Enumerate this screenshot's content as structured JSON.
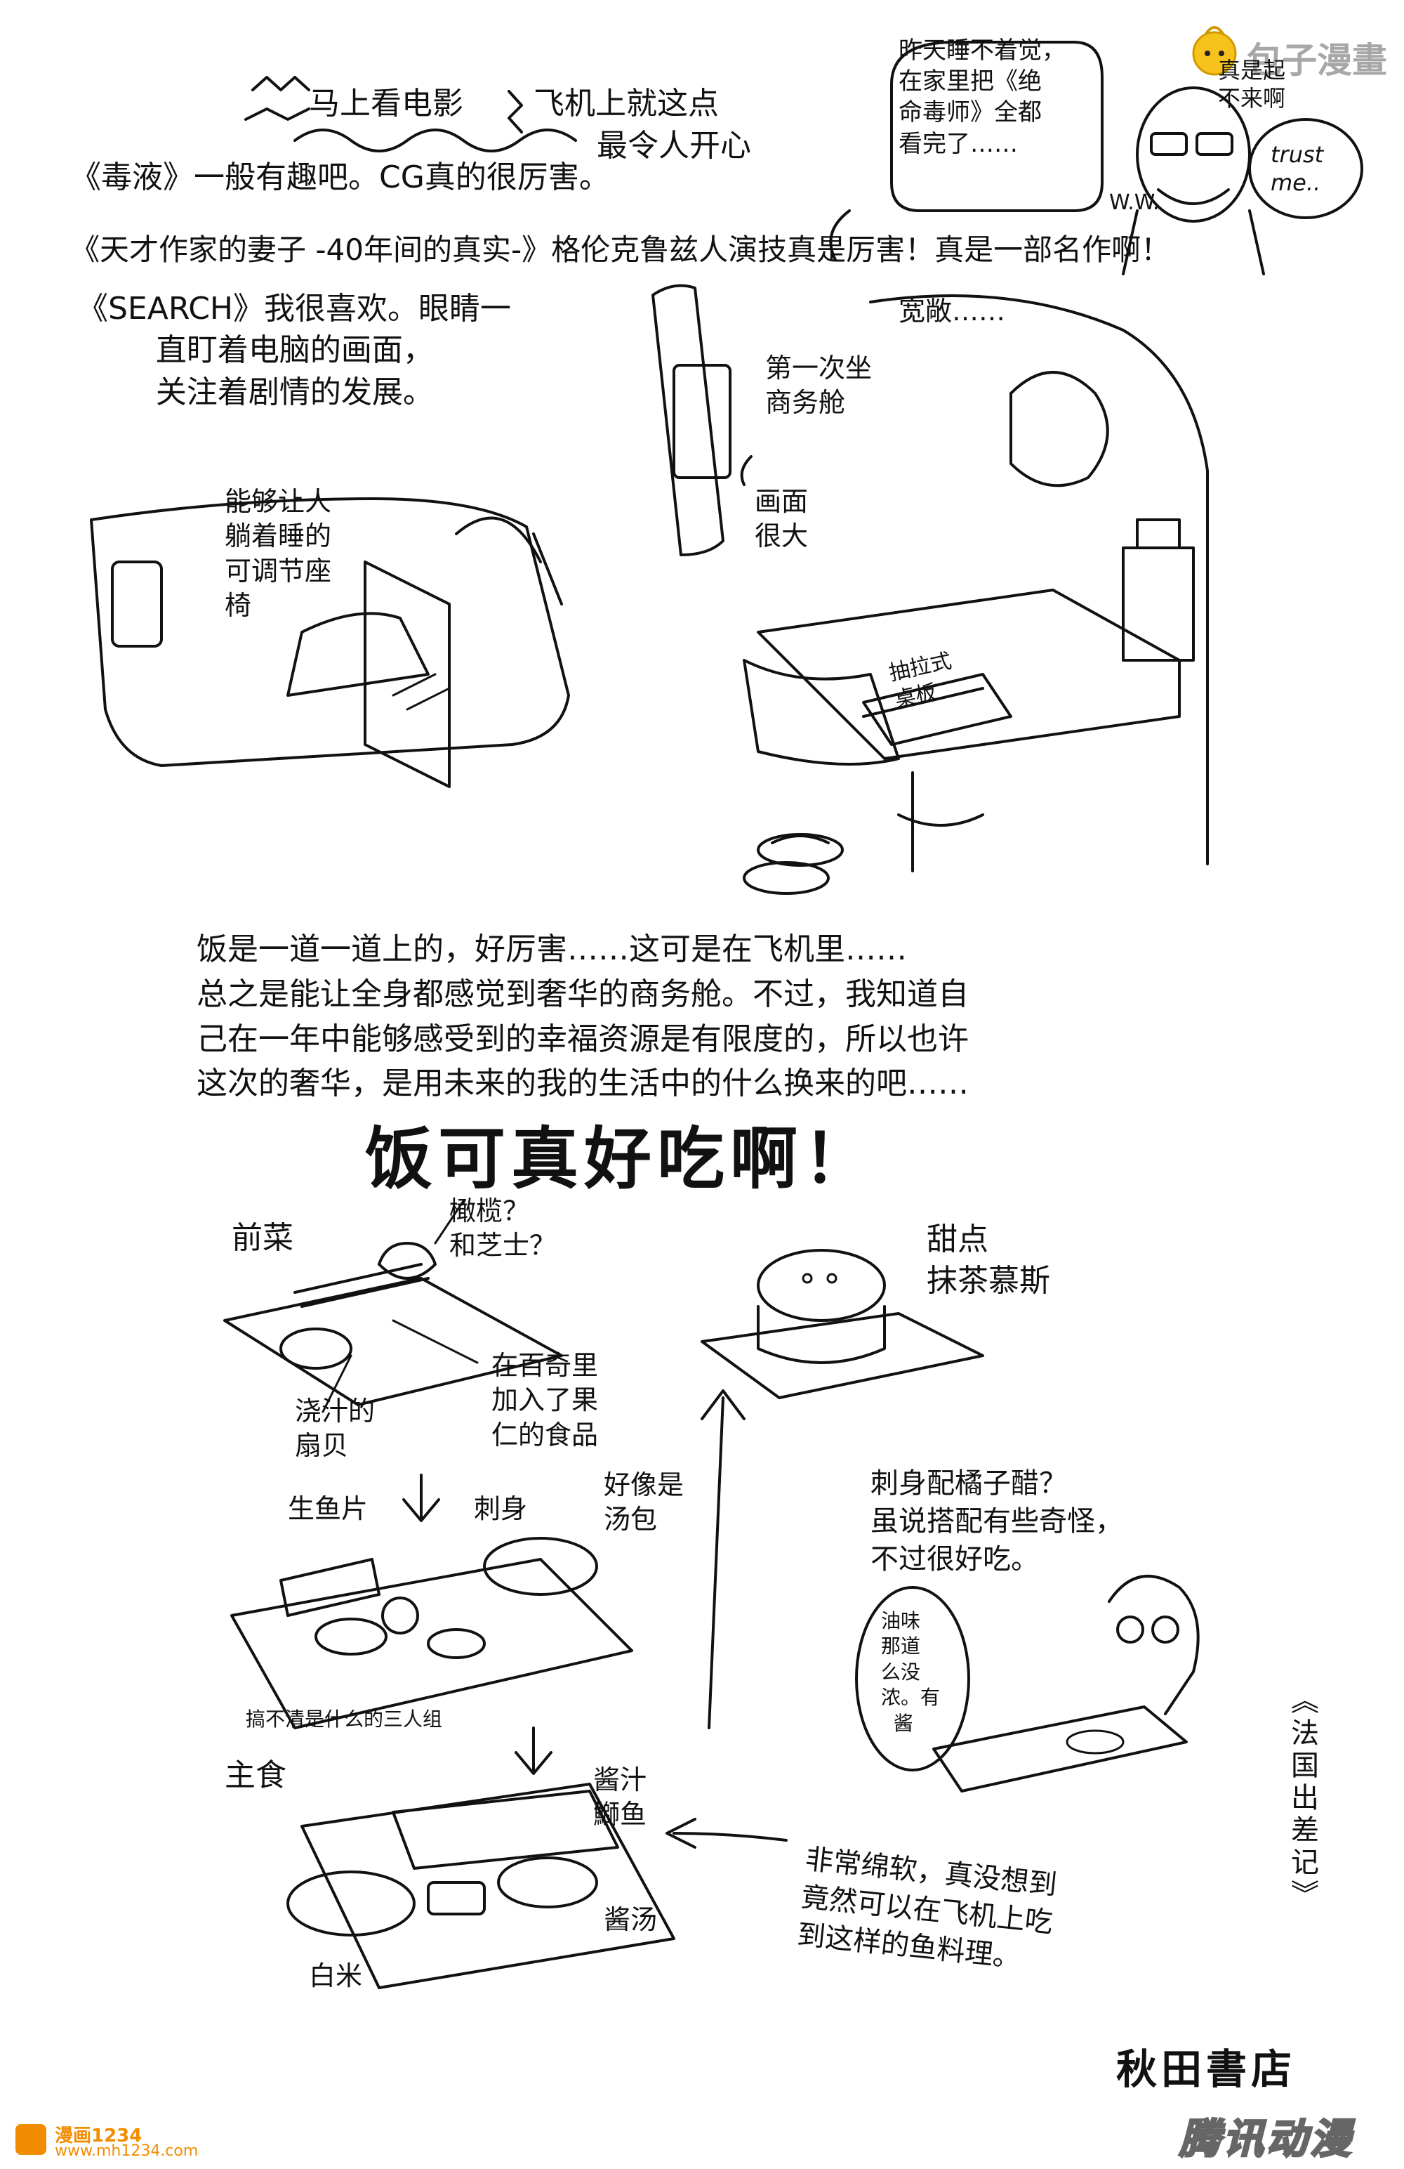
{
  "watermark_top": "包子漫畫",
  "watermark_bottom_left": {
    "brand": "漫画1234",
    "url": "www.mh1234.com"
  },
  "watermark_bottom_right": "腾讯动漫",
  "header": {
    "banner_left": "马上看电影",
    "banner_right_1": "飞机上就这点",
    "banner_right_2": "最令人开心"
  },
  "movies": {
    "venom": "《毒液》一般有趣吧。CG真的很厉害。",
    "wife": "《天才作家的妻子 -40年间的真实-》格伦克鲁兹人演技真是厉害！真是一部名作啊！",
    "search": "《SEARCH》我很喜欢。眼睛一\n        直盯着电脑的画面，\n        关注着剧情的发展。"
  },
  "top_right": {
    "bubble_text": "昨天睡不着觉，\n在家里把《绝\n命毒师》全都\n看完了……",
    "side_text": "真是起\n不来啊",
    "trust_bubble": "trust\nme..",
    "ww_label": "W.W."
  },
  "cabin": {
    "seat_note": "能够让人\n躺着睡的\n可调节座\n椅",
    "roomy": "宽敞……",
    "first_time": "第一次坐\n商务舱",
    "screen_big": "画面\n很大",
    "tray": "抽拉式\n桌板"
  },
  "paragraph": "饭是一道一道上的，好厉害……这可是在飞机里……\n总之是能让全身都感觉到奢华的商务舱。不过，我知道自\n己在一年中能够感受到的幸福资源是有限度的，所以也许\n这次的奢华，是用未来的我的生活中的什么换来的吧……",
  "headline": "饭可真好吃啊！",
  "food": {
    "appetizer": "前菜",
    "olive": "橄榄？\n和芝士？",
    "scallop": "浇汁的\n扇贝",
    "biscotti": "在百奇里\n加入了果\n仁的食品",
    "dessert": "甜点\n抹茶慕斯",
    "raw_fish": "生鱼片",
    "sashimi": "刺身",
    "soup_bun": "好像是\n汤包",
    "trio": "搞不清是什么的三人组",
    "main": "主食",
    "yellowtail": "酱汁\n鰤鱼",
    "miso": "酱汤",
    "rice": "白米",
    "ponzu": "刺身配橘子醋？\n虽说搭配有些奇怪，\n不过很好吃。",
    "oil_bubble": "油味\n那道\n么没\n浓。有\n  酱",
    "soft": "非常绵软，真没想到\n竟然可以在飞机上吃\n到这样的鱼料理。"
  },
  "series_title": "《法国出差记》",
  "publisher": "秋田書店"
}
